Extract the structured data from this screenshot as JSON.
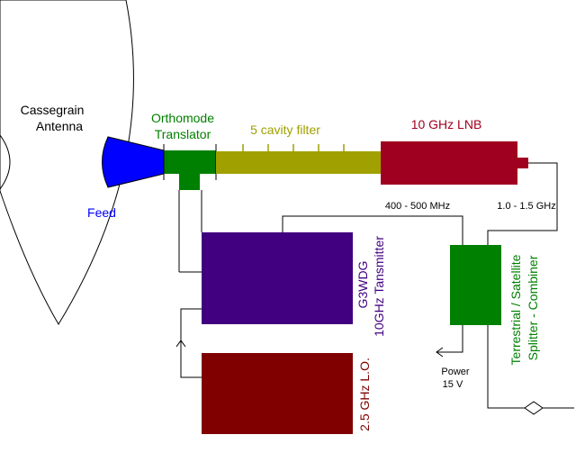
{
  "labels": {
    "antenna_line1": "Cassegrain",
    "antenna_line2": "Antenna",
    "feed": "Feed",
    "omt_line1": "Orthomode",
    "omt_line2": "Translator",
    "filter": "5 cavity filter",
    "lnb": "10 GHz LNB",
    "if_band": "400 - 500 MHz",
    "sat_band": "1.0 - 1.5 GHz",
    "tx_line1": "G3WDG",
    "tx_line2": "10GHz Tansmitter",
    "lo": "2.5 GHz L.O.",
    "combiner_line1": "Terrestrial / Satellite",
    "combiner_line2": "Splitter - Combiner",
    "power_line1": "Power",
    "power_line2": "15 V"
  },
  "colors": {
    "feed": "#0000ff",
    "omt": "#008000",
    "filter": "#a0a000",
    "lnb": "#a00020",
    "transmitter": "#400080",
    "lo": "#800000",
    "combiner": "#008000",
    "line": "#000000"
  }
}
